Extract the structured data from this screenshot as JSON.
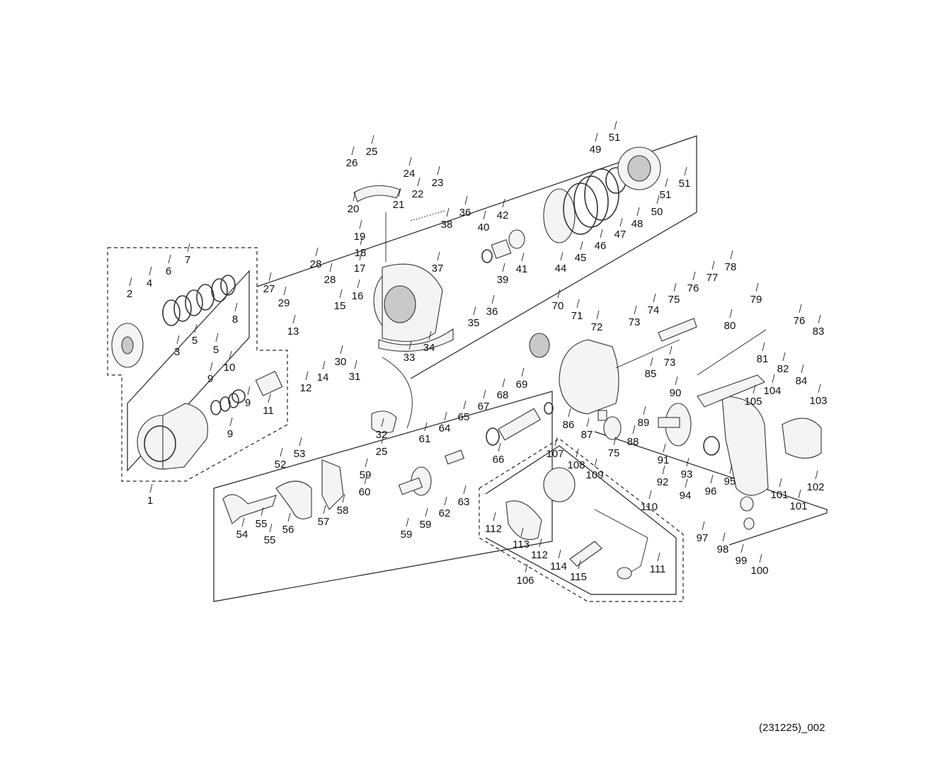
{
  "footer": {
    "reference_code": "(231225)_002"
  },
  "part_labels": [
    "1",
    "2",
    "3",
    "4",
    "5",
    "5",
    "6",
    "7",
    "8",
    "9",
    "9",
    "9",
    "10",
    "11",
    "12",
    "13",
    "14",
    "15",
    "16",
    "17",
    "18",
    "19",
    "20",
    "21",
    "22",
    "23",
    "24",
    "25",
    "25",
    "26",
    "27",
    "28",
    "28",
    "29",
    "30",
    "31",
    "32",
    "33",
    "34",
    "35",
    "36",
    "36",
    "37",
    "38",
    "39",
    "40",
    "41",
    "42",
    "44",
    "45",
    "46",
    "47",
    "48",
    "49",
    "50",
    "51",
    "51",
    "51",
    "52",
    "53",
    "54",
    "55",
    "55",
    "56",
    "57",
    "58",
    "59",
    "59",
    "59",
    "60",
    "61",
    "62",
    "63",
    "64",
    "65",
    "66",
    "67",
    "68",
    "69",
    "70",
    "71",
    "72",
    "73",
    "73",
    "74",
    "75",
    "75",
    "76",
    "76",
    "77",
    "78",
    "79",
    "80",
    "81",
    "82",
    "83",
    "84",
    "85",
    "86",
    "87",
    "88",
    "89",
    "90",
    "91",
    "92",
    "93",
    "94",
    "95",
    "96",
    "97",
    "98",
    "99",
    "100",
    "101",
    "101",
    "102",
    "103",
    "104",
    "105",
    "106",
    "107",
    "108",
    "109",
    "110",
    "111",
    "112",
    "112",
    "113",
    "114",
    "115"
  ]
}
